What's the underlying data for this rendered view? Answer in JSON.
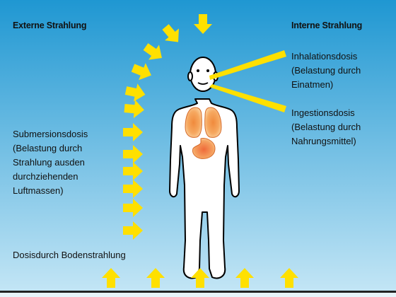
{
  "headings": {
    "external": "Externe Strahlung",
    "internal": "Interne Strahlung"
  },
  "labels": {
    "inhalation": [
      "Inhalationsdosis",
      "(Belastung durch",
      "Einatmen)"
    ],
    "ingestion": [
      "Ingestionsdosis",
      "(Belastung durch",
      "Nahrungsmittel)"
    ],
    "submersion": [
      "Submersionsdosis",
      "(Belastung durch",
      "Strahlung ausden",
      "durchziehenden",
      "Luftmassen)"
    ],
    "ground": "Dosisdurch Bodenstrahlung"
  },
  "colors": {
    "sky_top": "#1f97d2",
    "sky_bottom": "#c6e7f6",
    "arrow": "#ffe000",
    "organ": "#f4a05a",
    "ground_line": "#222222"
  }
}
